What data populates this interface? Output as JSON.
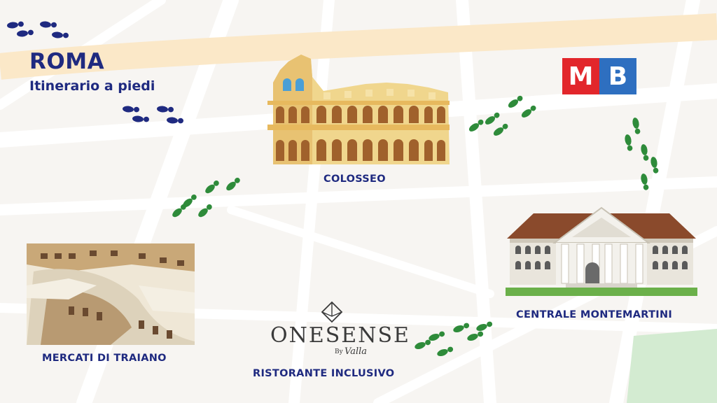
{
  "header": {
    "title": "ROMA",
    "subtitle": "Itinerario a piedi"
  },
  "places": {
    "colosseo": "COLOSSEO",
    "mercati": "MERCATI DI TRAIANO",
    "montemartini": "CENTRALE MONTEMARTINI",
    "ristorante": "RISTORANTE INCLUSIVO"
  },
  "logos": {
    "metro_m": "M",
    "metro_b": "B",
    "onesense_word": "ONESENSE",
    "onesense_by": "By",
    "onesense_valla": "Valla"
  },
  "colors": {
    "title_text": "#1f2a80",
    "footprint_blue": "#1f2a80",
    "footprint_green": "#2e8b3a",
    "metro_red": "#e2262b",
    "metro_blue": "#2e6fc0",
    "map_background": "#f7f5f2",
    "map_road": "#ffffff",
    "map_main_road": "#fbe8c8",
    "map_park": "#d3ebd1"
  }
}
